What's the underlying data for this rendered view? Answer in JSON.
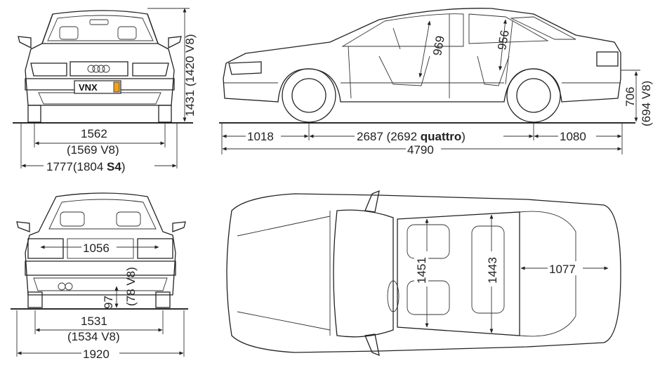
{
  "front": {
    "height": "1431",
    "height_v8": "(1420 V8)",
    "track": "1562",
    "track_v8": "(1569 V8)",
    "width": "1777",
    "width_s4_prefix": "(1804 ",
    "width_s4_bold": "S4",
    "width_s4_suffix": ")",
    "plate": "VNX"
  },
  "side": {
    "rear_overhang_height": "706",
    "rear_overhang_height_v8": "(694 V8)",
    "front_overhang": "1018",
    "wheelbase_prefix": "2687 (2692 ",
    "wheelbase_bold": "quattro",
    "wheelbase_suffix": ")",
    "rear_overhang": "1080",
    "length": "4790",
    "front_headroom": "969",
    "rear_headroom": "956"
  },
  "rear": {
    "inner_width": "1056",
    "clearance": "97",
    "clearance_v8": "(78 V8)",
    "track": "1531",
    "track_v8": "(1534 V8)",
    "mirror_width": "1920"
  },
  "top": {
    "front_shoulder": "1451",
    "rear_shoulder": "1443",
    "trunk_width": "1077"
  },
  "colors": {
    "line": "#222222",
    "badge": "#f0a020"
  }
}
